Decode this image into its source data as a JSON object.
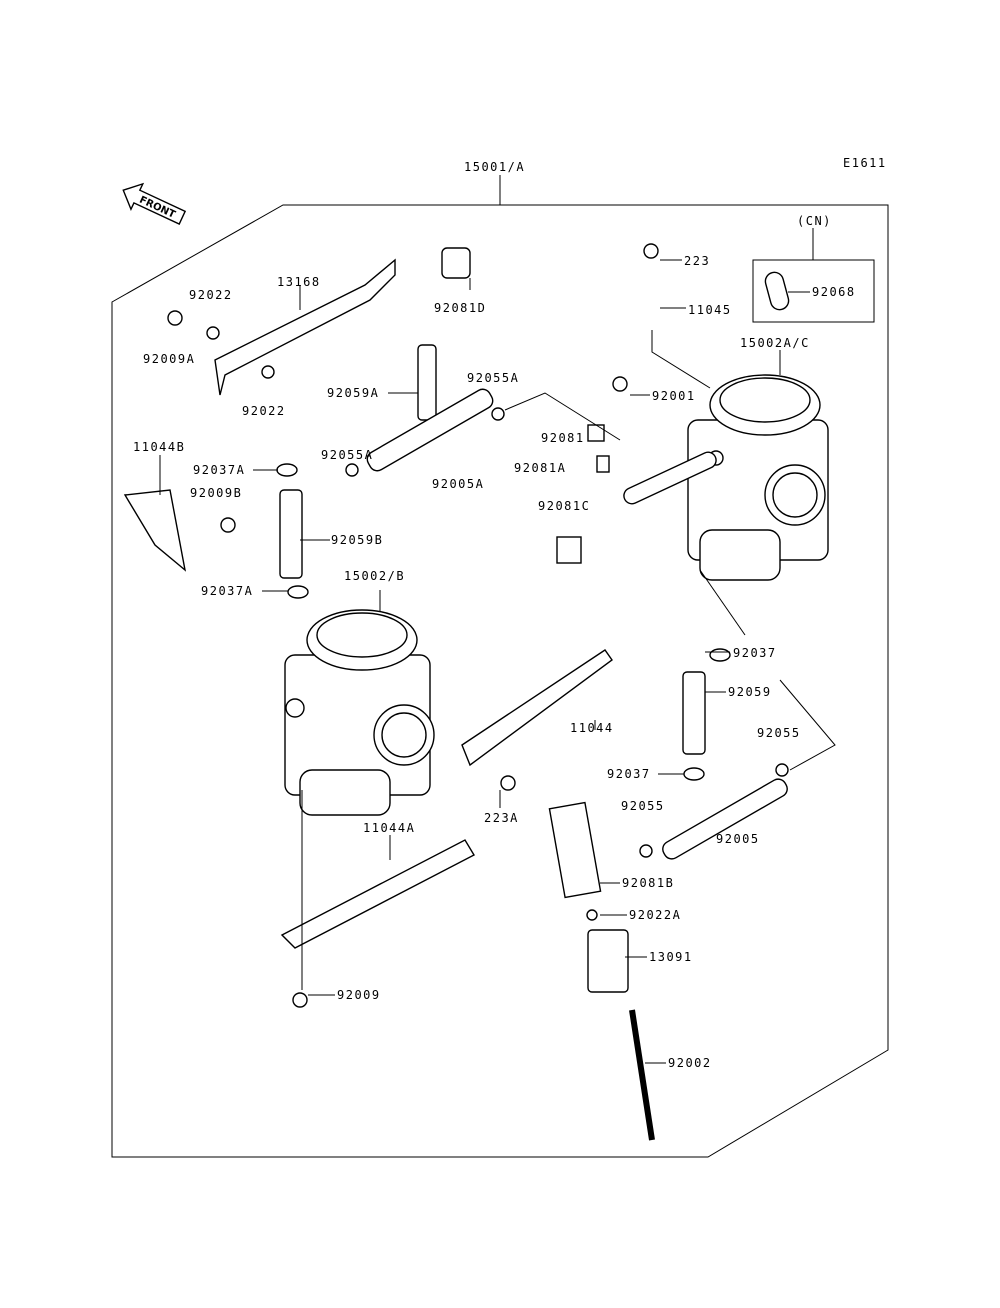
{
  "diagram_id": "E1611",
  "assembly_label": "15001/A",
  "front_arrow": "FRONT",
  "cn_box": {
    "title": "(CN)",
    "part": "92068"
  },
  "labels": [
    "223",
    "11045",
    "15002A/C",
    "92001",
    "92081",
    "92081A",
    "92081C",
    "92081D",
    "13168",
    "92022",
    "92009A",
    "92022",
    "92059A",
    "92055A",
    "92055A",
    "92005A",
    "11044B",
    "92037A",
    "92009B",
    "92059B",
    "92037A",
    "15002/B",
    "92037",
    "92059",
    "92055",
    "92037",
    "92055",
    "92005",
    "11044",
    "223A",
    "11044A",
    "92081B",
    "92022A",
    "13091",
    "92009",
    "92002"
  ],
  "colors": {
    "line": "#000000",
    "background": "#ffffff"
  }
}
